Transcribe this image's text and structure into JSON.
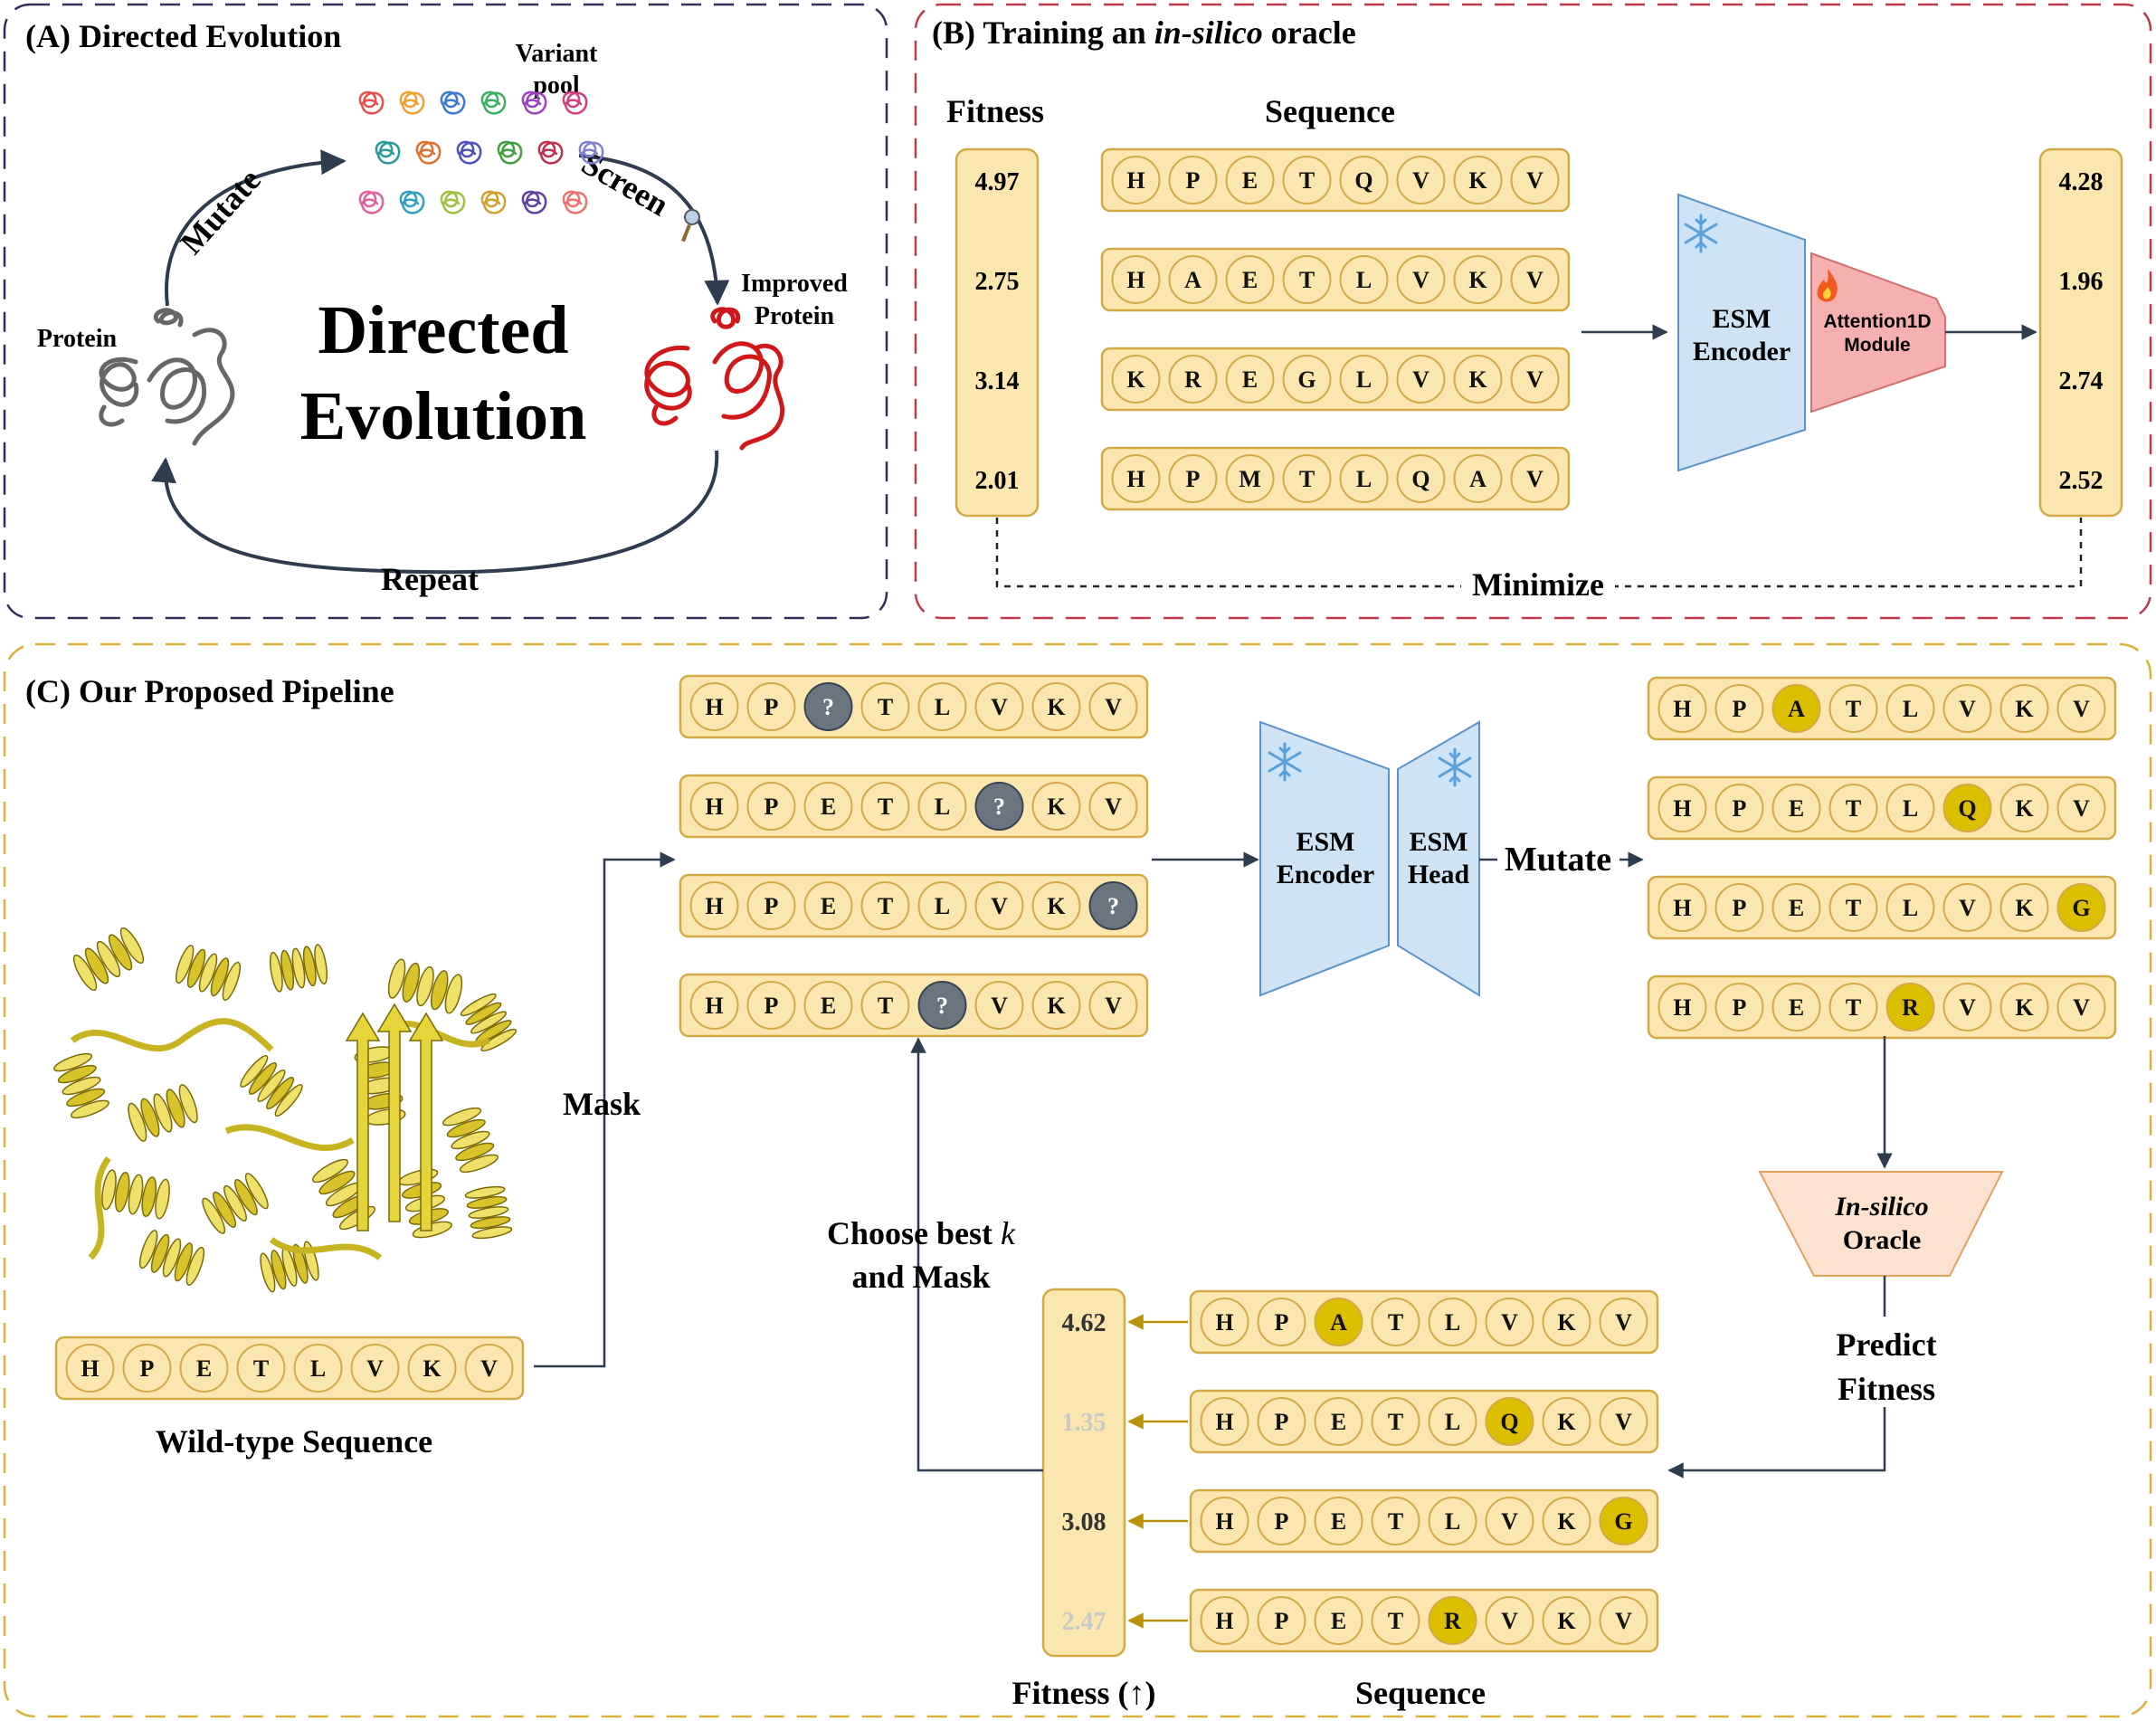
{
  "panel_a": {
    "title": "(A) Directed Evolution",
    "variant_pool": [
      "Variant",
      "pool"
    ],
    "mutate": "Mutate",
    "screen": "Screen",
    "protein": "Protein",
    "improved": [
      "Improved",
      "Protein"
    ],
    "center": [
      "Directed",
      "Evolution"
    ],
    "repeat": "Repeat"
  },
  "panel_b": {
    "title_prefix": "(B) Training an ",
    "title_italic": "in-silico",
    "title_suffix": " oracle",
    "fitness_label": "Fitness",
    "sequence_label": "Sequence",
    "fitness_values": [
      "4.97",
      "2.75",
      "3.14",
      "2.01"
    ],
    "predicted_values": [
      "4.28",
      "1.96",
      "2.74",
      "2.52"
    ],
    "sequences": [
      [
        "H",
        "P",
        "E",
        "T",
        "Q",
        "V",
        "K",
        "V"
      ],
      [
        "H",
        "A",
        "E",
        "T",
        "L",
        "V",
        "K",
        "V"
      ],
      [
        "K",
        "R",
        "E",
        "G",
        "L",
        "V",
        "K",
        "V"
      ],
      [
        "H",
        "P",
        "M",
        "T",
        "L",
        "Q",
        "A",
        "V"
      ]
    ],
    "encoder": [
      "ESM",
      "Encoder"
    ],
    "attention": [
      "Attention1D",
      "Module"
    ],
    "minimize": "Minimize"
  },
  "panel_c": {
    "title": "(C) Our Proposed Pipeline",
    "wild_type": [
      "H",
      "P",
      "E",
      "T",
      "L",
      "V",
      "K",
      "V"
    ],
    "wild_type_label": "Wild-type Sequence",
    "mask_label": "Mask",
    "masked": [
      [
        "H",
        "P",
        "?",
        "T",
        "L",
        "V",
        "K",
        "V"
      ],
      [
        "H",
        "P",
        "E",
        "T",
        "L",
        "?",
        "K",
        "V"
      ],
      [
        "H",
        "P",
        "E",
        "T",
        "L",
        "V",
        "K",
        "?"
      ],
      [
        "H",
        "P",
        "E",
        "T",
        "?",
        "V",
        "K",
        "V"
      ]
    ],
    "encoder": [
      "ESM",
      "Encoder"
    ],
    "head": [
      "ESM",
      "Head"
    ],
    "mutate_label": "Mutate",
    "mutated": [
      [
        "H",
        "P",
        "A",
        "T",
        "L",
        "V",
        "K",
        "V"
      ],
      [
        "H",
        "P",
        "E",
        "T",
        "L",
        "Q",
        "K",
        "V"
      ],
      [
        "H",
        "P",
        "E",
        "T",
        "L",
        "V",
        "K",
        "G"
      ],
      [
        "H",
        "P",
        "E",
        "T",
        "R",
        "V",
        "K",
        "V"
      ]
    ],
    "oracle": [
      "In-silico",
      "Oracle"
    ],
    "predict": [
      "Predict",
      "Fitness"
    ],
    "scored_fitness": [
      "4.62",
      "1.35",
      "3.08",
      "2.47"
    ],
    "choose": [
      "Choose best ",
      "k",
      "and Mask"
    ],
    "fitness_axis": "Fitness (↑)",
    "sequence_axis": "Sequence"
  },
  "colors": {
    "panel_a_border": "#3a2a5a",
    "panel_b_border": "#c0394b",
    "panel_c_border": "#d8b23a",
    "cell_fill": "#fbe6b0",
    "cell_stroke": "#d2aa45",
    "highlight": "#dcbf00",
    "mask": "#6b7580",
    "encoder_fill": "#cfe3f7",
    "encoder_stroke": "#5a94c8",
    "attention_fill": "#f6b0b0",
    "oracle_fill": "#fde3cf",
    "arrow": "#2f3b4e",
    "gold_arrow": "#b8920a"
  },
  "icons": [
    "snowflake-icon",
    "flame-icon",
    "magnifier-icon",
    "protein-cartoon-icon"
  ]
}
